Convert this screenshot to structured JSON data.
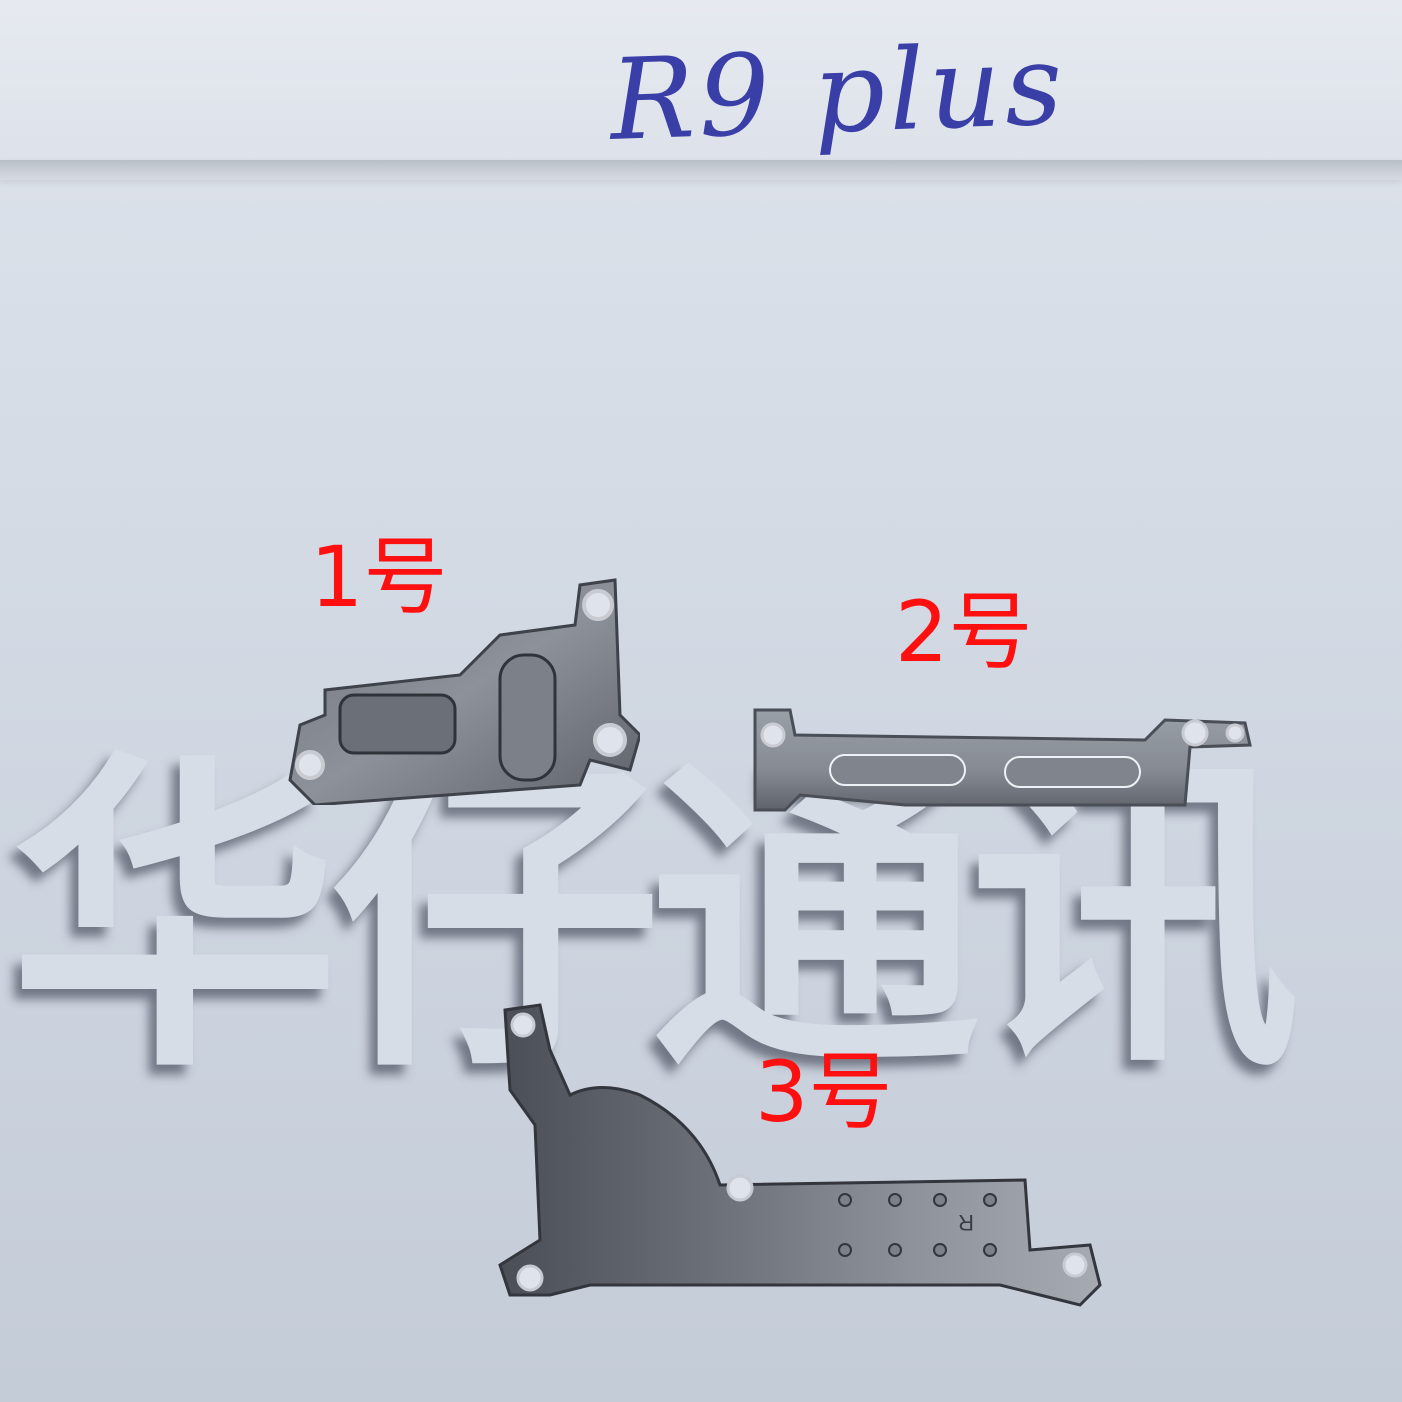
{
  "photo": {
    "handwritten_title": "R9 plus",
    "watermark_text": "华仔通讯",
    "background_color": "#d3dae4",
    "label_color": "#ff1010",
    "ink_color": "#3a3fa8"
  },
  "parts": [
    {
      "label": "1号",
      "description": "metal bracket with slot and two mounting holes"
    },
    {
      "label": "2号",
      "description": "long metal bracket with two oval slots"
    },
    {
      "label": "3号",
      "description": "metal shield plate with curved dome and 8 small holes, marked R"
    }
  ],
  "part3_marking": "R"
}
